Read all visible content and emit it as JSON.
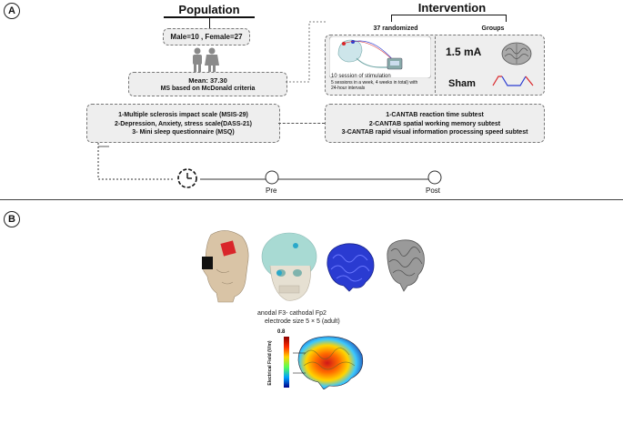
{
  "panelA": {
    "label": "A",
    "population": {
      "title": "Population",
      "counts": "Male=10 , Female=27",
      "mean": "Mean: 37.30",
      "criteria": "MS based on McDonald criteria"
    },
    "intervention": {
      "title": "Intervention",
      "randomized": "37 randomized",
      "groups": "Groups",
      "stimulation_title": "10 session of stimulation",
      "stimulation_detail1": "5 sessions in a week, 4 weeks in total) with",
      "stimulation_detail2": "24-hour intervals",
      "active": "1.5 mA",
      "sham": "Sham"
    },
    "questionnaires": [
      "1-Multiple sclerosis impact scale (MSIS-29)",
      "2-Depression, Anxiety, stress scale(DASS-21)",
      "3- Mini sleep questionnaire (MSQ)"
    ],
    "tests": [
      "1-CANTAB reaction time subtest",
      "2-CANTAB spatial working memory subtest",
      "3-CANTAB rapid visual information processing speed subtest"
    ],
    "timeline": {
      "pre": "Pre",
      "post": "Post"
    }
  },
  "panelB": {
    "label": "B",
    "montage_line1": "anodal F3- cathodal Fp2",
    "montage_line2": "electrode size 5 × 5 (adult)",
    "colorbar_max": "0.8",
    "colorbar_label": "Electrical Field (V/m)"
  },
  "colors": {
    "box_fill": "#eeeeee",
    "anode": "#d9262a",
    "cathode": "#111111",
    "brain_blue": "#2a3bd1",
    "skin": "#d9c4a6"
  }
}
